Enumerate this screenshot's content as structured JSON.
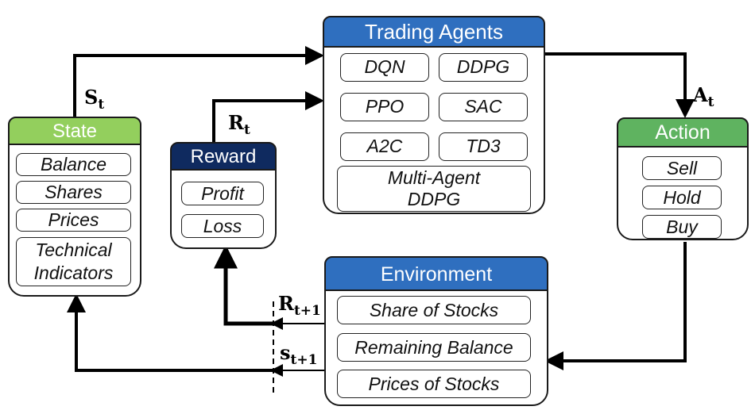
{
  "trading_agents": {
    "title": "Trading Agents",
    "agents": [
      "DQN",
      "DDPG",
      "PPO",
      "SAC",
      "A2C",
      "TD3"
    ],
    "multi_agent_line1": "Multi-Agent",
    "multi_agent_line2": "DDPG"
  },
  "state": {
    "title": "State",
    "items": [
      "Balance",
      "Shares",
      "Prices"
    ],
    "technical_line1": "Technical",
    "technical_line2": "Indicators"
  },
  "reward": {
    "title": "Reward",
    "items": [
      "Profit",
      "Loss"
    ]
  },
  "action": {
    "title": "Action",
    "items": [
      "Sell",
      "Hold",
      "Buy"
    ]
  },
  "environment": {
    "title": "Environment",
    "items": [
      "Share of Stocks",
      "Remaining Balance",
      "Prices of Stocks"
    ]
  },
  "labels": {
    "s_t": "S",
    "s_t_sub": "t",
    "r_t": "R",
    "r_t_sub": "t",
    "a_t": "A",
    "a_t_sub": "t",
    "r_t1": "R",
    "r_t1_sub": "t+1",
    "s_t1": "s",
    "s_t1_sub": "t+1"
  },
  "colors": {
    "agents_header": "#2f6fbf",
    "state_header": "#93cf5d",
    "reward_header": "#0f2a5f",
    "action_header": "#5fb360",
    "environment_header": "#2f6fbf"
  }
}
